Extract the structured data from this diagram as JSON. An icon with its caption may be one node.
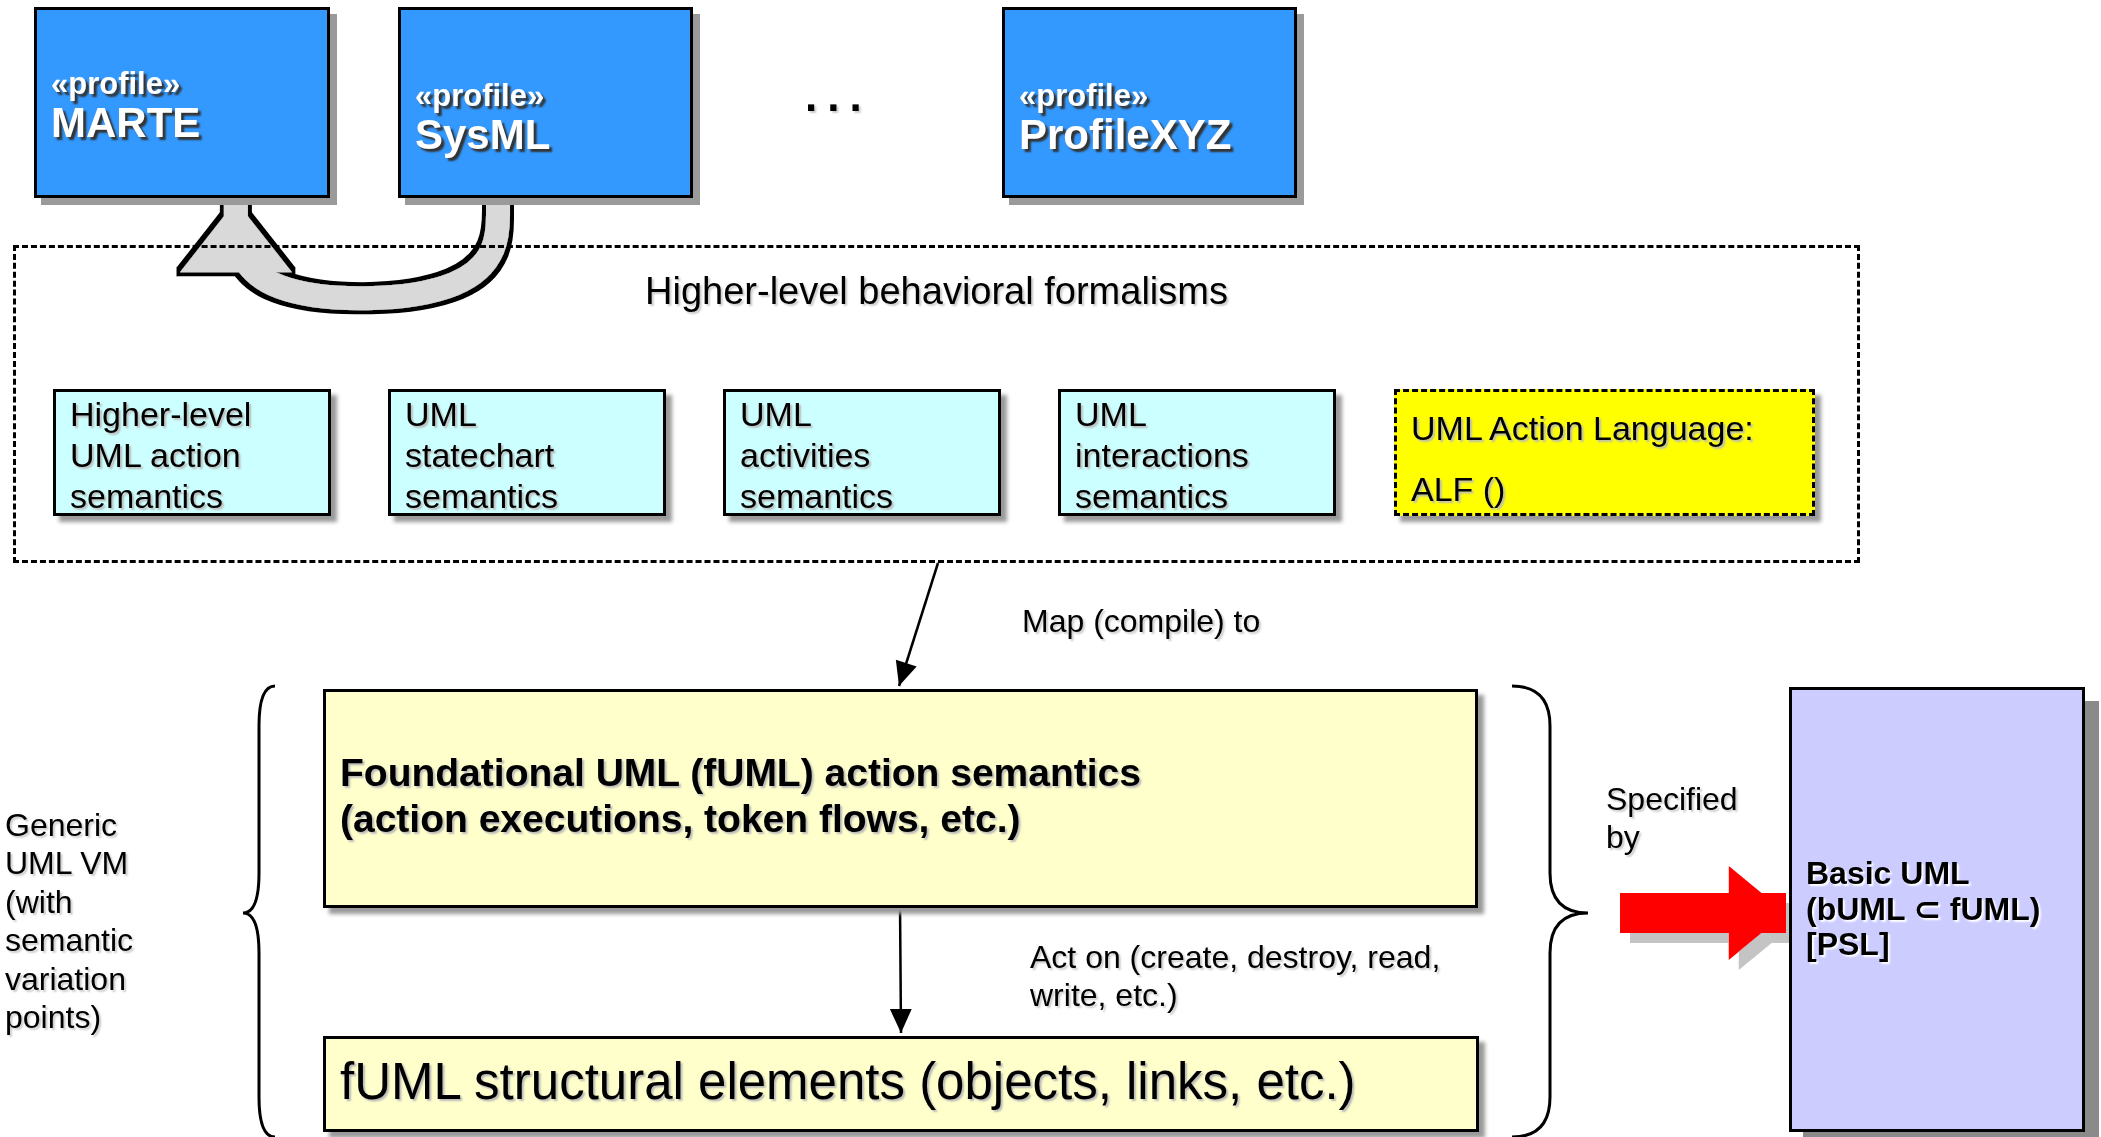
{
  "diagram": {
    "nodes": [
      {
        "text": [
          "«profile»",
          "MARTE"
        ]
      },
      {
        "text": [
          "«profile»",
          "SysML"
        ]
      },
      {
        "text": [
          "«profile»",
          "ProfileXYZ"
        ]
      },
      {
        "text": [
          "Higher-level behavioral formalisms"
        ]
      },
      {
        "text": [
          "Higher-level UML action semantics"
        ],
        "in": 3
      },
      {
        "text": [
          "UML statechart semantics"
        ],
        "in": 3
      },
      {
        "text": [
          "UML activities semantics"
        ],
        "in": 3
      },
      {
        "text": [
          "UML interactions semantics"
        ],
        "in": 3
      },
      {
        "text": [
          "UML Action Language:",
          "ALF ()"
        ],
        "in": 3
      },
      {
        "text": [
          "Foundational UML (fUML) action semantics (action executions, token flows, etc.)"
        ]
      },
      {
        "text": [
          "fUML structural elements (objects, links, etc.)"
        ]
      },
      {
        "text": [
          "Basic UML (bUML ⊂ fUML) [PSL]"
        ]
      }
    ],
    "edges": [
      {
        "from": 1,
        "to": 0,
        "arrow": "to",
        "style": "thick",
        "color": "#d9d9d9"
      },
      {
        "from": 3,
        "to": 9,
        "arrow": "to",
        "label": "Map (compile) to"
      },
      {
        "from": 9,
        "to": 10,
        "arrow": "to",
        "label": "Act on (create, destroy, read, write, etc.)"
      },
      {
        "from": null,
        "to": 11,
        "arrow": "to",
        "label": "Specified by",
        "style": "thick",
        "color": "#ff0000"
      }
    ],
    "labels": [
      "...",
      "Generic UML VM (with semantic variation points)"
    ]
  }
}
